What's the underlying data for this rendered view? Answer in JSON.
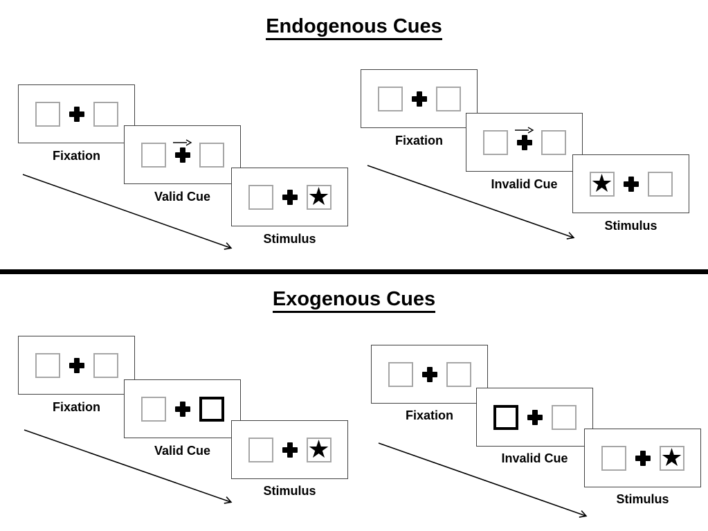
{
  "diagram": {
    "background": "#ffffff",
    "ink_color": "#000000",
    "panel_border_color": "#404040",
    "box_border_color": "#a6a6a6",
    "icons": {
      "star": "★"
    },
    "sections": [
      {
        "title": "Endogenous Cues",
        "groups": [
          {
            "name": "valid-trial",
            "panels": [
              {
                "label": "Fixation",
                "left_box": "empty",
                "right_box": "empty",
                "cue": "none"
              },
              {
                "label": "Valid Cue",
                "left_box": "empty",
                "right_box": "empty",
                "cue": "central-arrow-right"
              },
              {
                "label": "Stimulus",
                "left_box": "empty",
                "right_box": "star",
                "cue": "none"
              }
            ]
          },
          {
            "name": "invalid-trial",
            "panels": [
              {
                "label": "Fixation",
                "left_box": "empty",
                "right_box": "empty",
                "cue": "none"
              },
              {
                "label": "Invalid Cue",
                "left_box": "empty",
                "right_box": "empty",
                "cue": "central-arrow-right"
              },
              {
                "label": "Stimulus",
                "left_box": "star",
                "right_box": "empty",
                "cue": "none"
              }
            ]
          }
        ]
      },
      {
        "title": "Exogenous Cues",
        "groups": [
          {
            "name": "valid-trial",
            "panels": [
              {
                "label": "Fixation",
                "left_box": "empty",
                "right_box": "empty",
                "cue": "none"
              },
              {
                "label": "Valid Cue",
                "left_box": "empty",
                "right_box": "highlighted",
                "cue": "peripheral-highlight-right"
              },
              {
                "label": "Stimulus",
                "left_box": "empty",
                "right_box": "star",
                "cue": "none"
              }
            ]
          },
          {
            "name": "invalid-trial",
            "panels": [
              {
                "label": "Fixation",
                "left_box": "empty",
                "right_box": "empty",
                "cue": "none"
              },
              {
                "label": "Invalid Cue",
                "left_box": "highlighted",
                "right_box": "empty",
                "cue": "peripheral-highlight-left"
              },
              {
                "label": "Stimulus",
                "left_box": "empty",
                "right_box": "star",
                "cue": "none"
              }
            ]
          }
        ]
      }
    ]
  }
}
